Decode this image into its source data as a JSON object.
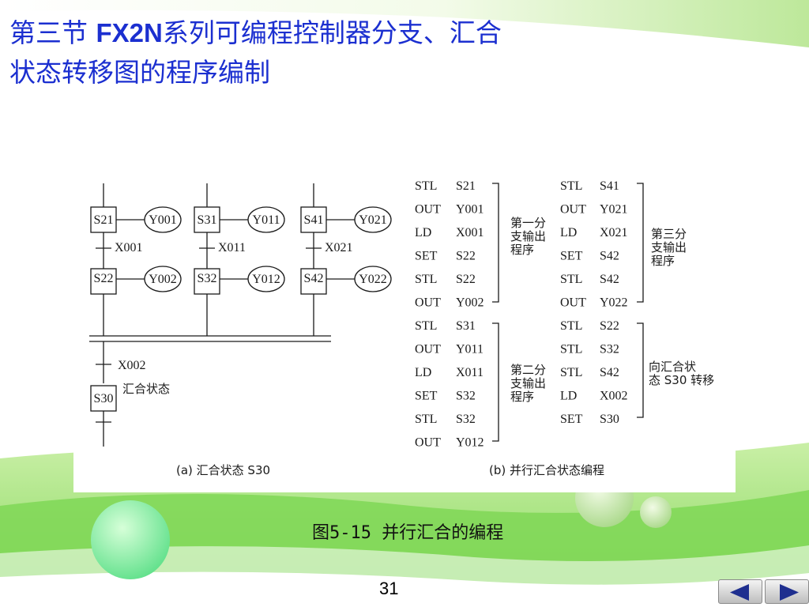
{
  "slide": {
    "title_line1_prefix": "第三节 ",
    "title_line1_bold": "FX2N",
    "title_line1_suffix": "系列可编程控制器分支、汇合",
    "title_line2": "状态转移图的程序编制",
    "caption": "图5-15 并行汇合的编程",
    "page_number": "31"
  },
  "diagram": {
    "branches": [
      {
        "step1": "S21",
        "out1": "Y001",
        "cond": "X001",
        "step2": "S22",
        "out2": "Y002"
      },
      {
        "step1": "S31",
        "out1": "Y011",
        "cond": "X011",
        "step2": "S32",
        "out2": "Y012"
      },
      {
        "step1": "S41",
        "out1": "Y021",
        "cond": "X021",
        "step2": "S42",
        "out2": "Y022"
      }
    ],
    "merge_cond": "X002",
    "merge_step": "S30",
    "merge_note": "汇合状态",
    "sub_caption": "(a)  汇合状态 S30"
  },
  "program": {
    "left_column": [
      [
        "STL",
        "S21"
      ],
      [
        "OUT",
        "Y001"
      ],
      [
        "LD",
        "X001"
      ],
      [
        "SET",
        "S22"
      ],
      [
        "STL",
        "S22"
      ],
      [
        "OUT",
        "Y002"
      ],
      [
        "STL",
        "S31"
      ],
      [
        "OUT",
        "Y011"
      ],
      [
        "LD",
        "X011"
      ],
      [
        "SET",
        "S32"
      ],
      [
        "STL",
        "S32"
      ],
      [
        "OUT",
        "Y012"
      ]
    ],
    "right_column": [
      [
        "STL",
        "S41"
      ],
      [
        "OUT",
        "Y021"
      ],
      [
        "LD",
        "X021"
      ],
      [
        "SET",
        "S42"
      ],
      [
        "STL",
        "S42"
      ],
      [
        "OUT",
        "Y022"
      ],
      [
        "STL",
        "S22"
      ],
      [
        "STL",
        "S32"
      ],
      [
        "STL",
        "S42"
      ],
      [
        "LD",
        "X002"
      ],
      [
        "SET",
        "S30"
      ]
    ],
    "note_branch1": [
      "第一分",
      "支输出",
      "程序"
    ],
    "note_branch2": [
      "第二分",
      "支输出",
      "程序"
    ],
    "note_branch3": [
      "第三分",
      "支输出",
      "程序"
    ],
    "note_merge": [
      "向汇合状",
      "态 S30 转移"
    ],
    "sub_caption": "(b)  并行汇合状态编程"
  },
  "nav": {
    "prev_icon": "triangle-left-icon",
    "next_icon": "triangle-right-icon"
  },
  "colors": {
    "title": "#1b2fd0",
    "green": "#7ed957"
  }
}
